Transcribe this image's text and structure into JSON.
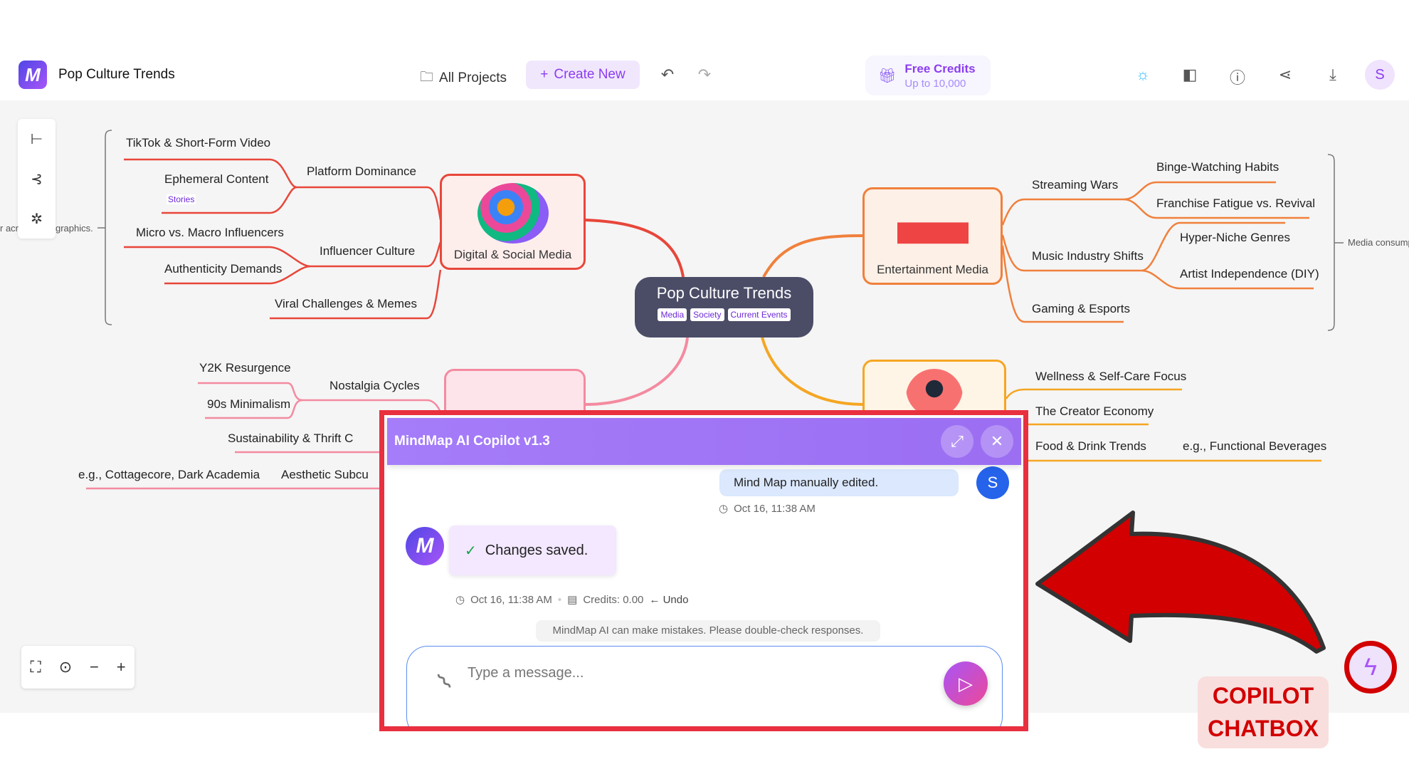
{
  "header": {
    "title": "Pop Culture Trends",
    "all_projects": "All Projects",
    "create_new": "Create New",
    "credits_title": "Free Credits",
    "credits_sub": "Up to 10,000",
    "avatar": "S"
  },
  "mindmap": {
    "central": {
      "title": "Pop Culture Trends",
      "tags": [
        "Media",
        "Society",
        "Current Events"
      ]
    },
    "digital": {
      "label": "Digital & Social Media",
      "children": [
        "Platform Dominance",
        "TikTok & Short-Form Video",
        "Ephemeral Content",
        "Stories",
        "Influencer Culture",
        "Micro vs. Macro Influencers",
        "Authenticity Demands",
        "Viral Challenges & Memes"
      ],
      "summary_left": "r acr",
      "summary_right": "graphics."
    },
    "entertainment": {
      "label": "Entertainment Media",
      "children": [
        "Streaming Wars",
        "Binge-Watching Habits",
        "Franchise Fatigue vs. Revival",
        "Music Industry Shifts",
        "Hyper-Niche Genres",
        "Artist Independence (DIY)",
        "Gaming & Esports"
      ],
      "summary": "Media consump"
    },
    "lifestyle": {
      "children": [
        "Nostalgia Cycles",
        "Y2K Resurgence",
        "90s Minimalism",
        "Sustainability & Thrift C",
        "Aesthetic Subcu",
        "e.g., Cottagecore, Dark Academia"
      ]
    },
    "social": {
      "children": [
        "Wellness & Self-Care Focus",
        "The Creator Economy",
        "Food & Drink Trends",
        "e.g., Functional Beverages"
      ]
    }
  },
  "colors": {
    "digital": "#e8463a",
    "entertainment": "#f0803c",
    "lifestyle": "#f48aa0",
    "social": "#f5a623",
    "accent": "#8b3df0"
  },
  "chat": {
    "title": "MindMap AI Copilot v1.3",
    "user_message": "Mind Map manually edited.",
    "user_avatar": "S",
    "user_time": "Oct 16, 11:38 AM",
    "bot_message": "Changes saved.",
    "bot_time": "Oct 16, 11:38 AM",
    "credits": "Credits: 0.00",
    "undo": "Undo",
    "disclaimer": "MindMap AI can make mistakes. Please double-check responses.",
    "placeholder": "Type a message..."
  },
  "annotation": {
    "line1": "COPILOT",
    "line2": "CHATBOX"
  }
}
